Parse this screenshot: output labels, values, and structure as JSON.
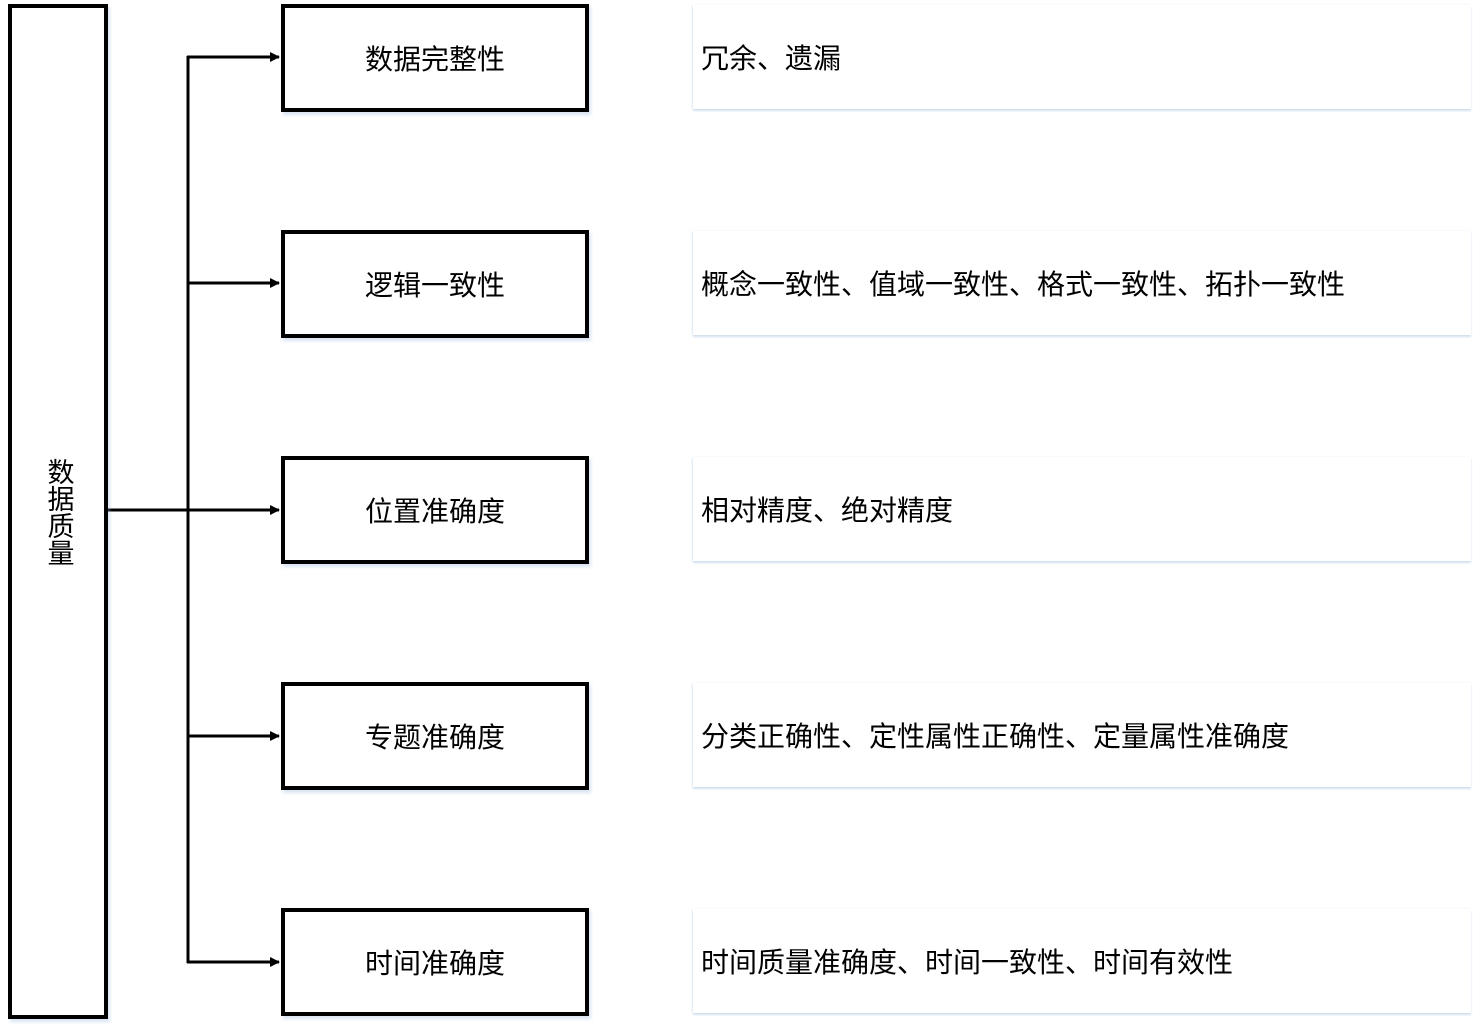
{
  "root": {
    "label": "数据质量"
  },
  "categories": [
    {
      "label": "数据完整性",
      "description": "冗余、遗漏"
    },
    {
      "label": "逻辑一致性",
      "description": "概念一致性、值域一致性、格式一致性、拓扑一致性"
    },
    {
      "label": "位置准确度",
      "description": "相对精度、绝对精度"
    },
    {
      "label": "专题准确度",
      "description": "分类正确性、定性属性正确性、定量属性准确度"
    },
    {
      "label": "时间准确度",
      "description": "时间质量准确度、时间一致性、时间有效性"
    }
  ],
  "colors": {
    "stroke": "#000000",
    "background": "#ffffff",
    "shadow": "#b4c8e6"
  }
}
